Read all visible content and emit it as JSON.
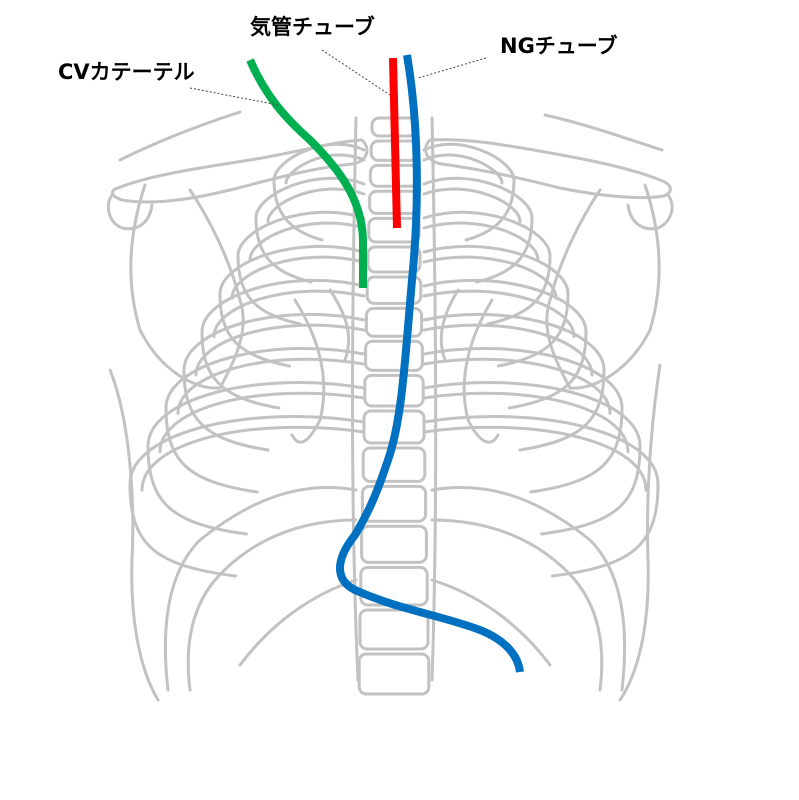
{
  "labels": {
    "trachea_tube": "気管チューブ",
    "ng_tube": "NGチューブ",
    "cv_catheter": "CVカテーテル"
  },
  "colors": {
    "bone": "#c2c2c2",
    "trachea_tube": "#ff0000",
    "ng_tube": "#0070c0",
    "cv_catheter": "#00b050"
  }
}
